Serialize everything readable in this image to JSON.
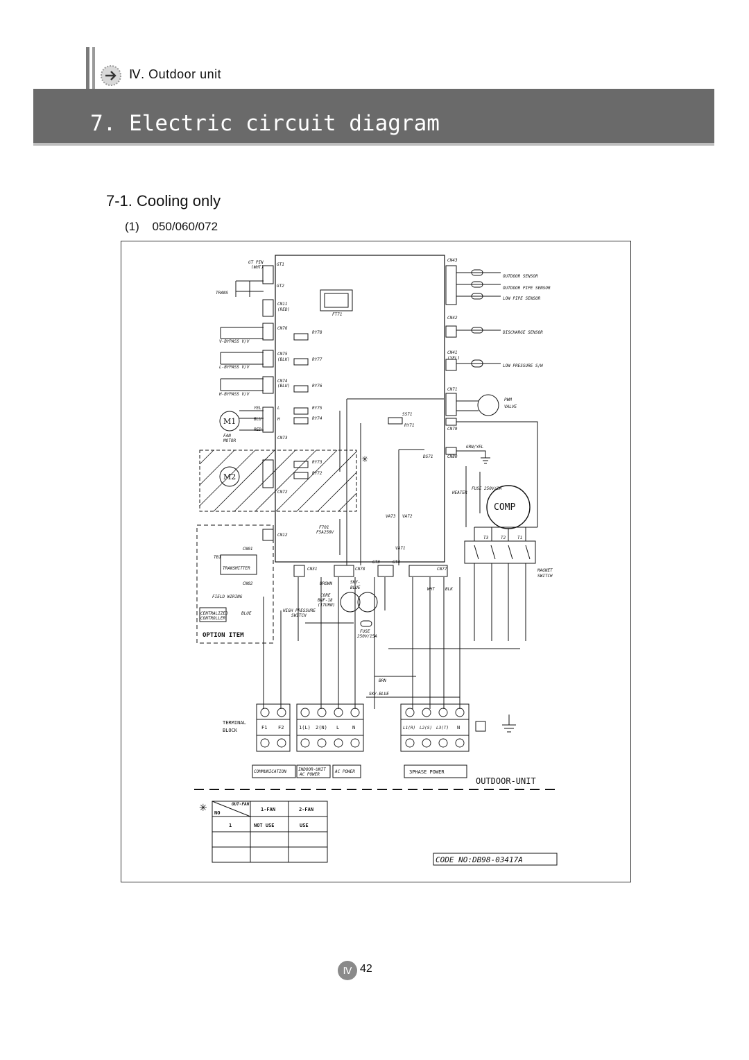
{
  "header": {
    "section": "Ⅳ. Outdoor unit",
    "title": "7. Electric circuit diagram"
  },
  "subtitle": "7-1. Cooling only",
  "model": "(1) 050/060/072",
  "diagram": {
    "labels": {
      "gt_pin": "GT PIN",
      "wht": "(WHT)",
      "gt1": "GT1",
      "gt2": "GT2",
      "trans": "TRANS",
      "cn11": "CN11",
      "red": "(RED)",
      "cn76": "CN76",
      "ry78": "RY78",
      "vbypass": "V-BYPASS V/V",
      "cn75": "CN75",
      "blk": "(BLK)",
      "ry77": "RY77",
      "lbypass": "L-BYPASS V/V",
      "cn74": "CN74",
      "blu": "(BLU)",
      "ry76": "RY76",
      "hbypass": "H-BYPASS V/V",
      "yel": "YEL",
      "blu_w": "BLU",
      "red_w": "RED",
      "ry75": "RY75",
      "ry74": "RY74",
      "l": "L",
      "h": "H",
      "m1": "M1",
      "m2": "M2",
      "fan": "FAN",
      "motor": "MOTOR",
      "cn73": "CN73",
      "ry73": "RY73",
      "ry72": "RY72",
      "cn72": "CN72",
      "ft71": "FT71",
      "f701": "F701",
      "f5a": "F5A250V",
      "cn12": "CN12",
      "cn43": "CN43",
      "outdoor_sensor": "OUTDOOR SENSOR",
      "outdoor_pipe_sensor": "OUTDOOR PIPE SENSOR",
      "low_pipe_sensor": "LOW PIPE SENSOR",
      "cn42": "CN42",
      "discharge_sensor": "DISCHARGE SENSOR",
      "cn41": "CN41",
      "yel_p": "(YEL)",
      "low_pressure": "LOW PRESSURE S/W",
      "cn71": "CN71",
      "pwm": "PWM",
      "valve": "VALVE",
      "ss71": "SS71",
      "ry71": "RY71",
      "cn79": "CN79",
      "grn_yel": "GRN/YEL",
      "ds71": "DS71",
      "cn80": "CN80",
      "heater": "HEATER",
      "fuse_rating": "FUSE 250V/2A",
      "comp": "COMP",
      "va73": "VA73",
      "va72": "VA72",
      "va71": "VA71",
      "t3": "T3",
      "t2": "T2",
      "t1": "T1",
      "magnet": "MAGNET",
      "switch": "SWITCH",
      "cn01": "CN01",
      "tb1": "TB1",
      "transmitter": "TRANSMITTER",
      "cn02": "CN02",
      "field_wiring": "FIELD WIRING",
      "centralized": "CENTRALIZED",
      "controller": "CONTROLLER",
      "blue": "BLUE",
      "option_item": "OPTION ITEM",
      "cn31": "CN31",
      "cn78": "CN78",
      "gt3": "GT3",
      "gt4": "GT4",
      "cn77": "CN77",
      "brown": "BROWN",
      "sky": "SKY-",
      "blue2": "BLUE",
      "core": "CORE",
      "bnf18": "BNF-18",
      "turn": "(1TURN)",
      "high_pressure": "HIGH PRESSURE",
      "sw": "SWITCH",
      "fuse": "FUSE",
      "fuse2": "250V/15A",
      "wht2": "WHT",
      "blk2": "BLK",
      "brn": "BRN",
      "sky_blue": "SKY-BLUE",
      "terminal": "TERMINAL",
      "block": "BLOCK",
      "f1": "F1",
      "f2": "F2",
      "t1l": "1(L)",
      "t2n": "2(N)",
      "tl": "L",
      "tn": "N",
      "l1": "L1(R)",
      "l2": "L2(S)",
      "l3": "L3(T)",
      "n": "N",
      "communication": "COMMUNICATION",
      "indoor_unit": "INDOOR-UNIT",
      "ac_power": "AC POWER",
      "ac_power2": "AC POWER",
      "phase": "3PHASE POWER",
      "outdoor_unit": "OUTDOOR-UNIT",
      "star": "✳",
      "code": "CODE NO:DB98-03417A"
    },
    "fan_table": {
      "head_top": "OUT-FAN",
      "head_no": "NO",
      "col1": "1-FAN",
      "col2": "2-FAN",
      "row_no": "1",
      "row_col1": "NOT USE",
      "row_col2": "USE"
    }
  },
  "footer": {
    "chapter_badge": "Ⅳ",
    "page_number": "42"
  }
}
